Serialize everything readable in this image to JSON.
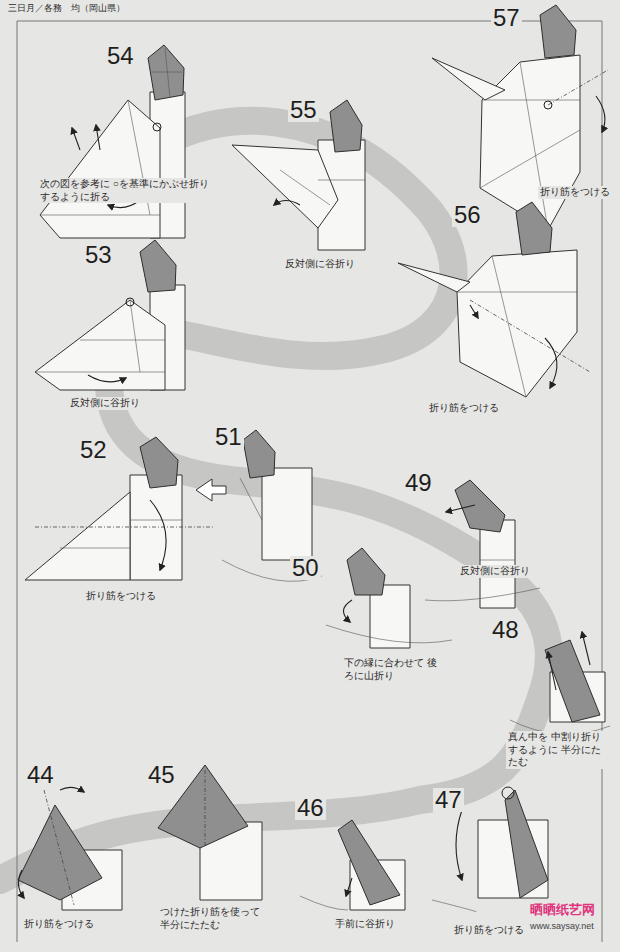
{
  "diagram": {
    "labels": [
      "三日月／各務　均（岡山県）",
      "54",
      "次の図を参考に ○を基準にかぶせ折りするように折る",
      "55",
      "反対側に谷折り",
      "57",
      "折り筋をつける",
      "56",
      "折り筋をつける",
      "53",
      "反対側に谷折り",
      "52",
      "折り筋をつける",
      "51",
      "49",
      "反対側に谷折り",
      "50",
      "下の縁に合わせて 後ろに山折り",
      "48",
      "真ん中を 中割り折りするように 半分にたたむ",
      "44",
      "折り筋をつける",
      "45",
      "つけた折り筋を使って 半分にたたむ",
      "46",
      "手前に谷折り",
      "47",
      "折り筋をつける",
      "晒晒纸艺网",
      "www.saysay.net"
    ]
  }
}
